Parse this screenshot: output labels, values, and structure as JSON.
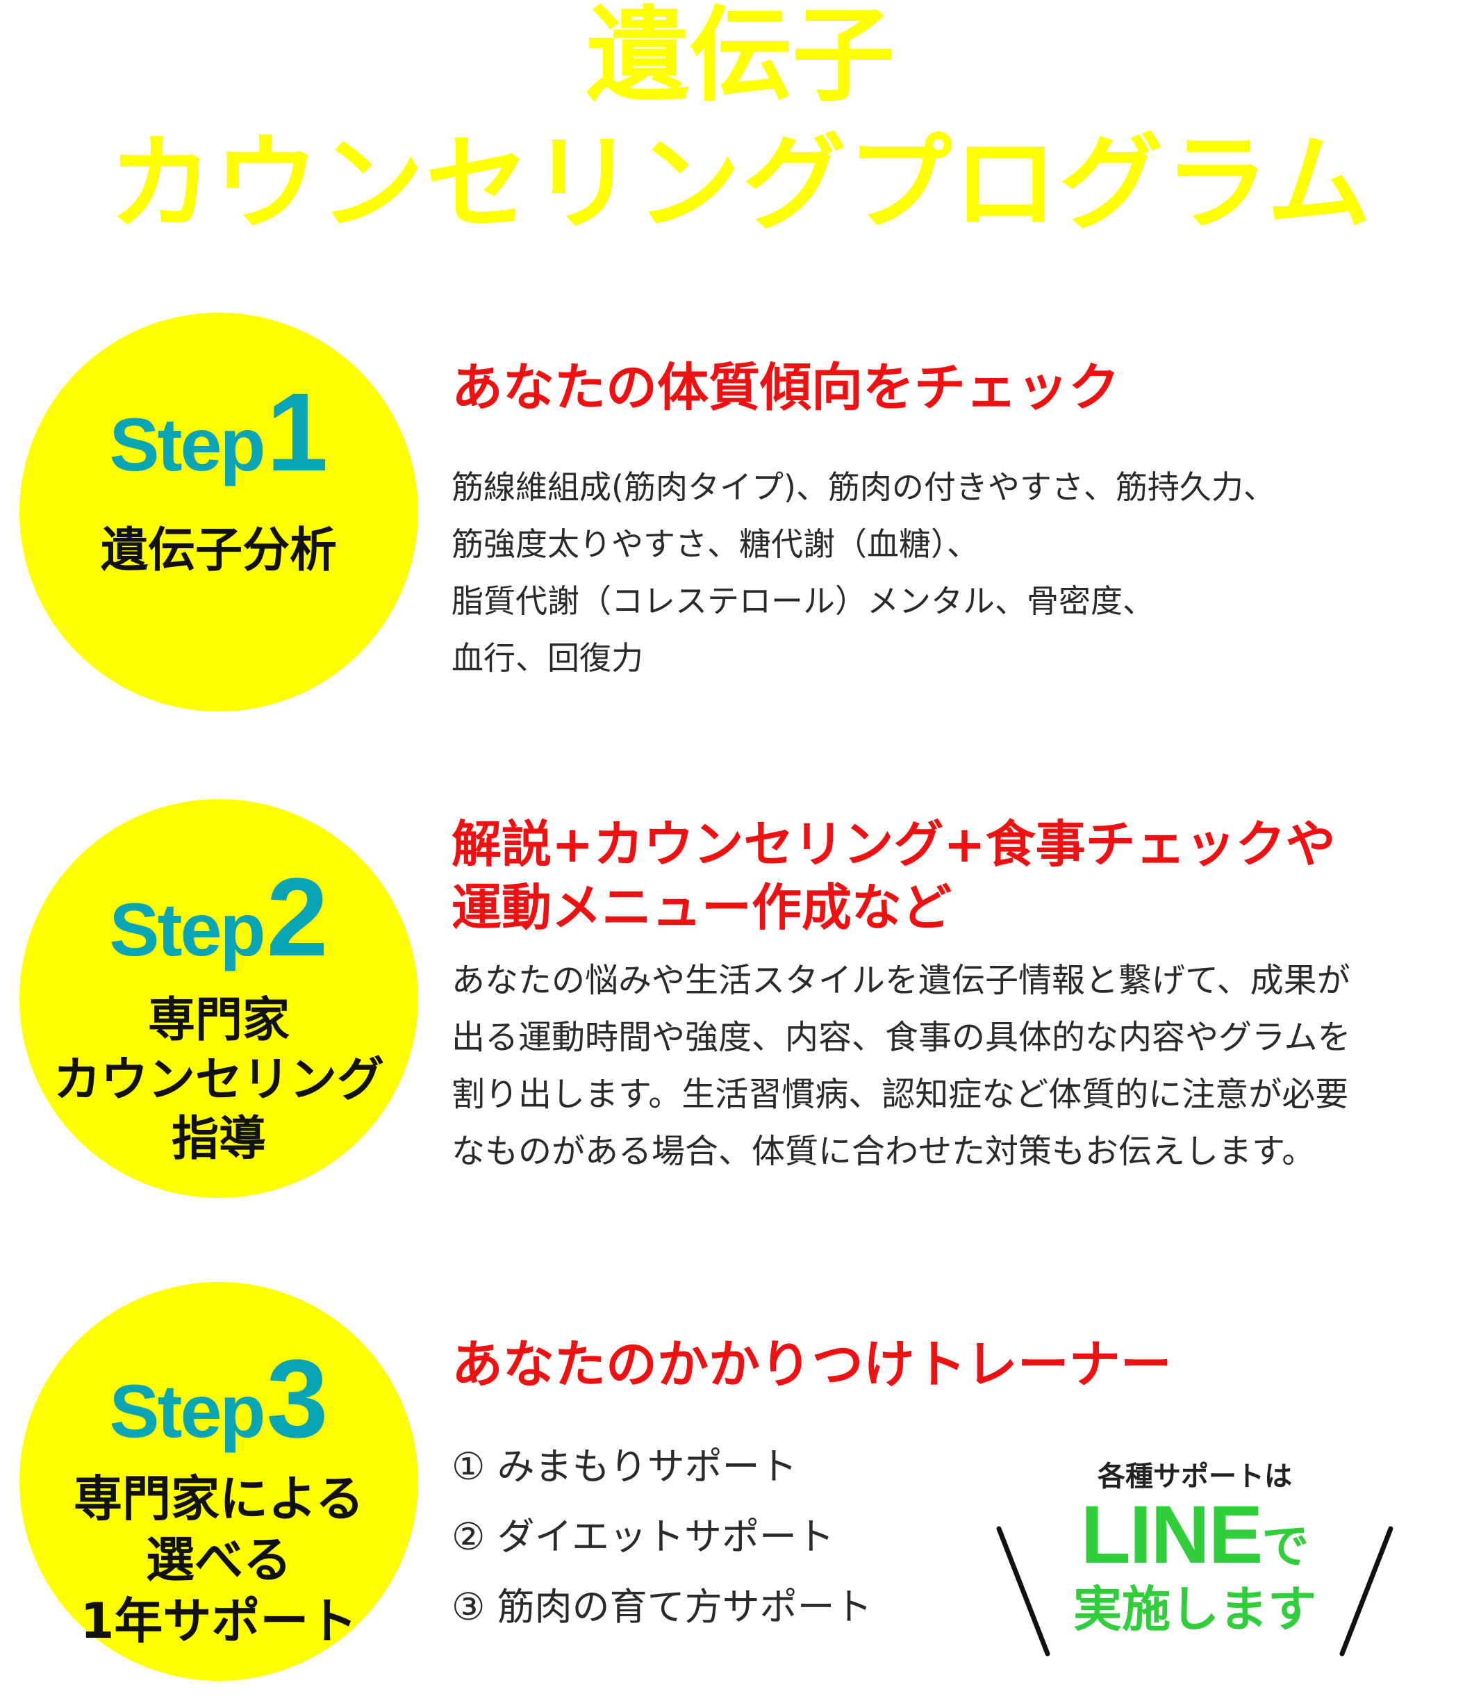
{
  "title": {
    "line1": "遺伝子",
    "line2": "カウンセリングプログラム"
  },
  "steps": [
    {
      "step_word": "Step",
      "step_number": "1",
      "sub_lines": [
        "遺伝子分析"
      ],
      "heading_lines": [
        "あなたの体質傾向をチェック"
      ],
      "body_lines": [
        "筋線維組成(筋肉タイプ)、筋肉の付きやすさ、筋持久力、",
        "筋強度太りやすさ、糖代謝（血糖）、",
        "脂質代謝（コレステロール）メンタル、骨密度、",
        "血行、回復力"
      ]
    },
    {
      "step_word": "Step",
      "step_number": "2",
      "sub_lines": [
        "専門家",
        "カウンセリング",
        "指導"
      ],
      "heading_lines": [
        "解説+カウンセリング+食事チェックや",
        "運動メニュー作成など"
      ],
      "body_lines": [
        "あなたの悩みや生活スタイルを遺伝子情報と繋げて、成果が",
        "出る運動時間や強度、内容、食事の具体的な内容やグラムを",
        "割り出します。生活習慣病、認知症など体質的に注意が必要",
        "なものがある場合、体質に合わせた対策もお伝えします。"
      ]
    },
    {
      "step_word": "Step",
      "step_number": "3",
      "sub_lines": [
        "専門家による",
        "選べる",
        "1年サポート"
      ],
      "heading_lines": [
        "あなたのかかりつけトレーナー"
      ],
      "support_items": [
        "① みまもりサポート",
        "② ダイエットサポート",
        "③ 筋肉の育て方サポート"
      ]
    }
  ],
  "line_note": {
    "top": "各種サポートは",
    "brand": "LINE",
    "de": "で",
    "bottom": "実施します"
  },
  "colors": {
    "title_yellow": "#ffff00",
    "circle_yellow": "#ffff00",
    "step_teal": "#0aa5b5",
    "heading_red": "#ee1111",
    "line_green": "#2fce3a"
  }
}
